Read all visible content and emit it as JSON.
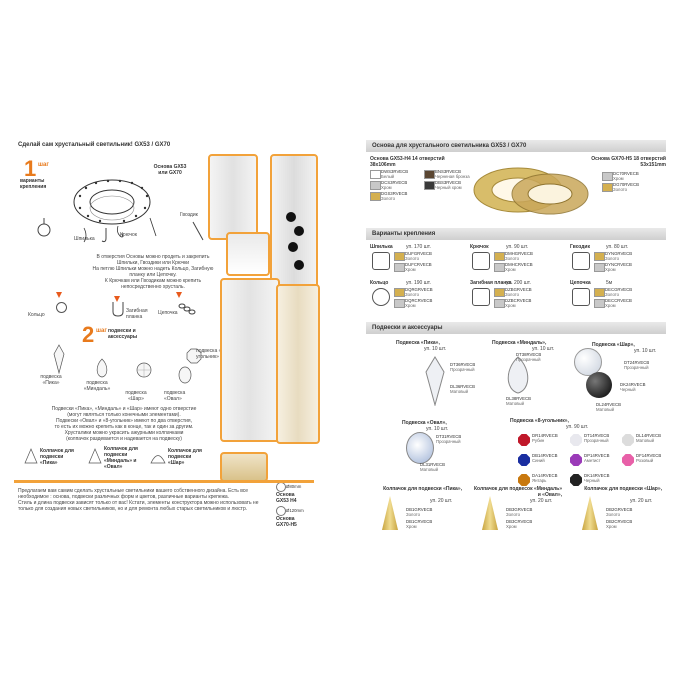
{
  "left": {
    "title": "Сделай сам хрустальный светильник! GX53 / GX70",
    "step1": {
      "num": "1",
      "word": "шаг",
      "label": "варианты крепления"
    },
    "base_label": "Основа GX53 или GX70",
    "mount_labels": {
      "shpilka": "Шпилька",
      "kryuchok": "Крючок",
      "gvozdik": "Гвоздик",
      "kolco": "Кольцо",
      "planka": "Загибная планка",
      "cepochka": "Цепочка"
    },
    "mount_text": "В отверстия Основы можно продеть и закрепить Шпильки, Гвоздики или Крючки\nНа петлю Шпильки можно надеть Кольцо, Загибную планку или Цепочку.\nК Крючкам или Гвоздикам можно крепить непосредственно хрусталь.",
    "step2": {
      "num": "2",
      "word": "шаг",
      "label": "подвески и аксессуары"
    },
    "pendant_labels": {
      "pika": "подвеска «Пика»",
      "mindal": "подвеска «Миндаль»",
      "shar": "подвеска «Шар»",
      "ugolnik": "подвеска «8-угольник»",
      "oval": "подвеска «Овал»"
    },
    "pendant_text": "Подвески «Пика», «Миндаль» и «Шар» имеют одно отверстие\n(могут являться только конечными элементами).\nПодвески «Овал» и «8-угольник» имеют по два отверстия,\nто есть их можно крепить как в конце, так и один за другим.\nХрусталики можно украсить ажурными колпачками\n(колпачок раздевается и надевается на подвеску)",
    "caps": [
      "Колпачок для подвески «Пика»",
      "Колпачок для подвески «Миндаль» и «Овал»",
      "Колпачок для подвески «Шар»"
    ],
    "bottom_text": "Предлагаем вам самим сделать хрустальные светильники вашего собственного дизайна. Есть все необходимое : основа, подвески различных форм и цветов, различные варианты крепежа.\nСтиль и длина подвески зависят только от вас! Кстати, элементы конструктора можно использовать не только для создания новых светильников, но и для ремонта любых старых светильников и люстр.",
    "base_h4": "Основа GX53 H4",
    "base_h5": "Основа GX70-H5",
    "dim1": "Ø80mm",
    "dim2": "Ø120mm"
  },
  "right": {
    "title": "Основа для хрустального светильника GX53 / GX70",
    "base_left_title": "Основа GX53-H4 14 отверстий 38x106mm",
    "base_right_title": "Основа GX70-H5 18 отверстий 53x151mm",
    "base_left_codes": [
      {
        "code": "DWS3RVECB",
        "sub": "Белый",
        "color": "#ffffff"
      },
      {
        "code": "BNS3RVECB",
        "sub": "Черненая бронза",
        "color": "#5a4632"
      },
      {
        "code": "DCS3RVECB",
        "sub": "Хром",
        "color": "#c8c8c8"
      },
      {
        "code": "DBS3RVECB",
        "sub": "Черный хром",
        "color": "#3a3a3a"
      },
      {
        "code": "DGS3RVECB",
        "sub": "Золото",
        "color": "#d4b050"
      }
    ],
    "base_right_codes": [
      {
        "code": "DC70RVECB",
        "sub": "Хром",
        "color": "#c8c8c8"
      },
      {
        "code": "DG70RVECB",
        "sub": "Золото",
        "color": "#d4b050"
      }
    ],
    "mount_title": "Варианты крепления",
    "mounts": [
      {
        "name": "Шпилька",
        "qty": "уп. 170 шт.",
        "codes": [
          {
            "code": "DUFGRVECB",
            "sub": "Золото",
            "color": "#d4b050"
          },
          {
            "code": "DUFCRVECB",
            "sub": "Хром",
            "color": "#c8c8c8"
          }
        ]
      },
      {
        "name": "Крючок",
        "qty": "уп. 90 шт.",
        "codes": [
          {
            "code": "DMHGRVECB",
            "sub": "Золото",
            "color": "#d4b050"
          },
          {
            "code": "DMHCRVECB",
            "sub": "Хром",
            "color": "#c8c8c8"
          }
        ]
      },
      {
        "name": "Гвоздик",
        "qty": "уп. 80 шт.",
        "codes": [
          {
            "code": "DYNGRVECB",
            "sub": "Золото",
            "color": "#d4b050"
          },
          {
            "code": "DYNCRVECB",
            "sub": "Хром",
            "color": "#c8c8c8"
          }
        ]
      },
      {
        "name": "Кольцо",
        "qty": "уп. 190 шт.",
        "codes": [
          {
            "code": "DQRGRVECB",
            "sub": "Золото",
            "color": "#d4b050"
          },
          {
            "code": "DQRCRVECB",
            "sub": "Хром",
            "color": "#c8c8c8"
          }
        ]
      },
      {
        "name": "Загибная планка",
        "qty": "уп. 200 шт.",
        "codes": [
          {
            "code": "DZBGRVECB",
            "sub": "Золото",
            "color": "#d4b050"
          },
          {
            "code": "DZBCRVECB",
            "sub": "Хром",
            "color": "#c8c8c8"
          }
        ]
      },
      {
        "name": "Цепочка",
        "qty": "5м",
        "codes": [
          {
            "code": "DECGRVECB",
            "sub": "Золото",
            "color": "#d4b050"
          },
          {
            "code": "DECCRVECB",
            "sub": "Хром",
            "color": "#c8c8c8"
          }
        ]
      }
    ],
    "acc_title": "Подвески и аксессуары",
    "pendants": [
      {
        "name": "Подвеска «Пика»,",
        "qty": "уп. 10 шт.",
        "codes": [
          {
            "code": "DT36RVECB",
            "sub": "Прозрачный"
          },
          {
            "code": "DL36RVECB",
            "sub": "Матовый"
          }
        ]
      },
      {
        "name": "Подвеска «Миндаль»,",
        "qty": "уп. 10 шт.",
        "codes": [
          {
            "code": "DT38RVECB",
            "sub": "Прозрачный"
          },
          {
            "code": "DL38RVECB",
            "sub": "Матовый"
          }
        ]
      },
      {
        "name": "Подвеска «Шар»,",
        "qty": "уп. 10 шт.",
        "codes": [
          {
            "code": "DT24RVECB",
            "sub": "Прозрачный"
          },
          {
            "code": "DK24RVECB",
            "sub": "Черный"
          },
          {
            "code": "DL24RVECB",
            "sub": "Матовый"
          }
        ]
      },
      {
        "name": "Подвеска «Овал»,",
        "qty": "уп. 10 шт.",
        "codes": [
          {
            "code": "DT31RVECB",
            "sub": "Прозрачный"
          },
          {
            "code": "DL31RVECB",
            "sub": "Матовый"
          }
        ]
      }
    ],
    "octagon": {
      "name": "Подвеска «8-угольник»,",
      "qty": "уп. 90 шт.",
      "codes": [
        {
          "code": "DR14RVECB",
          "sub": "Рубин",
          "color": "#c0182a"
        },
        {
          "code": "DT14RVECB",
          "sub": "Прозрачный",
          "color": "#e8e8ee"
        },
        {
          "code": "DL14RVECB",
          "sub": "Матовый",
          "color": "#dcdcdc"
        },
        {
          "code": "DB14RVECB",
          "sub": "Синий",
          "color": "#1a2ea0"
        },
        {
          "code": "DP14RVECB",
          "sub": "Аметист",
          "color": "#9a3ab8"
        },
        {
          "code": "DF14RVECB",
          "sub": "Розовый",
          "color": "#e860a8"
        },
        {
          "code": "DA14RVECB",
          "sub": "Янтарь",
          "color": "#c8780e"
        },
        {
          "code": "DK14RVECB",
          "sub": "Черный",
          "color": "#222222"
        }
      ]
    },
    "caps": [
      {
        "name": "Колпачок для подвески «Пика»,",
        "qty": "уп. 20 шт.",
        "codes": [
          {
            "code": "DB1GRVECB",
            "sub": "Золото"
          },
          {
            "code": "DB1CRVECB",
            "sub": "Хром"
          }
        ]
      },
      {
        "name": "Колпачок для подвесок «Миндаль» и «Овал»,",
        "qty": "уп. 20 шт.",
        "codes": [
          {
            "code": "DB3GRVECB",
            "sub": "Золото"
          },
          {
            "code": "DB3CRVECB",
            "sub": "Хром"
          }
        ]
      },
      {
        "name": "Колпачок для подвески «Шар»,",
        "qty": "уп. 20 шт.",
        "codes": [
          {
            "code": "DB2GRVECB",
            "sub": "Золото"
          },
          {
            "code": "DB2CRVECB",
            "sub": "Хром"
          }
        ]
      }
    ]
  },
  "colors": {
    "accent": "#f2a23a",
    "header": "#d6d6d6",
    "gold": "#d4b050",
    "chrome": "#c8c8c8"
  }
}
